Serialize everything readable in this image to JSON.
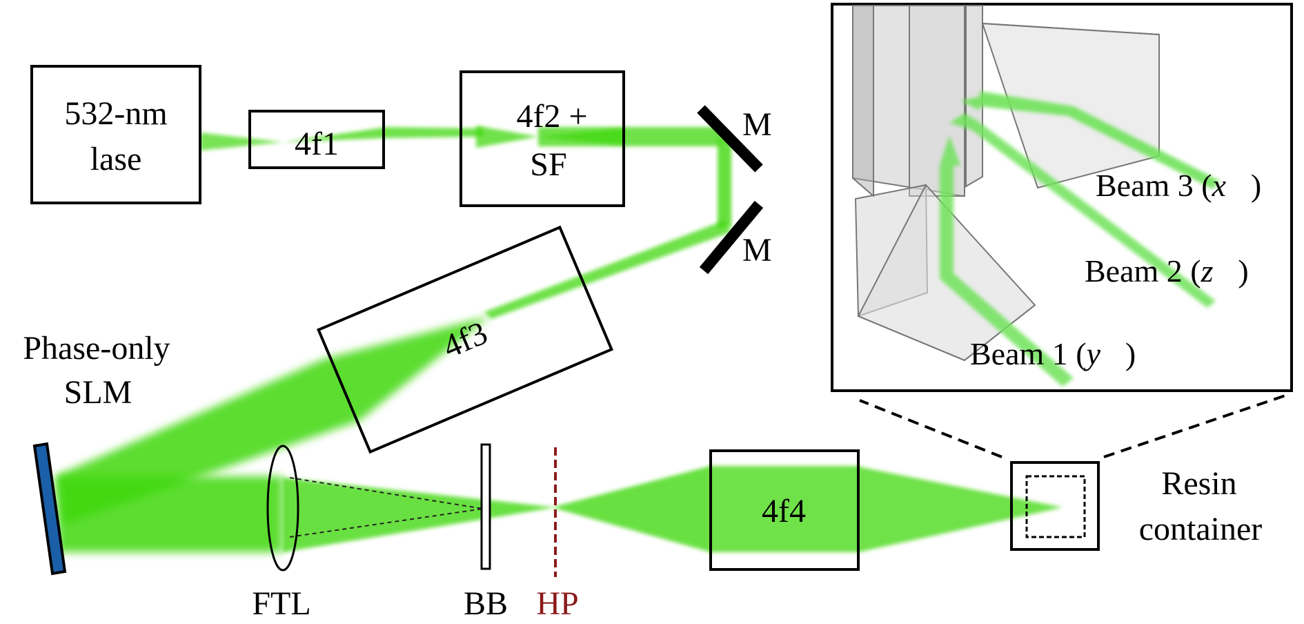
{
  "colors": {
    "beam": "#3fd80f",
    "beam_light": "#6fe25a",
    "slm": "#1a5fa8",
    "hp": "#8b1a1a",
    "stroke": "#000000"
  },
  "components": {
    "laser": {
      "line1": "532-nm",
      "line2": "lase"
    },
    "f1": "4f1",
    "f2": {
      "line1": "4f2 +",
      "line2": "SF"
    },
    "mirror_top": "M",
    "mirror_bottom": "M",
    "f3": "4f3",
    "slm": {
      "line1": "Phase-only",
      "line2": "SLM"
    },
    "ftl": "FTL",
    "bb": "BB",
    "hp": "HP",
    "f4": "4f4",
    "resin": {
      "line1": "Resin",
      "line2": "container"
    }
  },
  "inset": {
    "beam3": {
      "prefix": "Beam 3 (",
      "vec": "x⃗",
      "suffix": ")"
    },
    "beam2": {
      "prefix": "Beam 2 (",
      "vec": "z⃗",
      "suffix": ")"
    },
    "beam1": {
      "prefix": "Beam 1 (",
      "vec": "y⃗",
      "suffix": ")"
    }
  }
}
